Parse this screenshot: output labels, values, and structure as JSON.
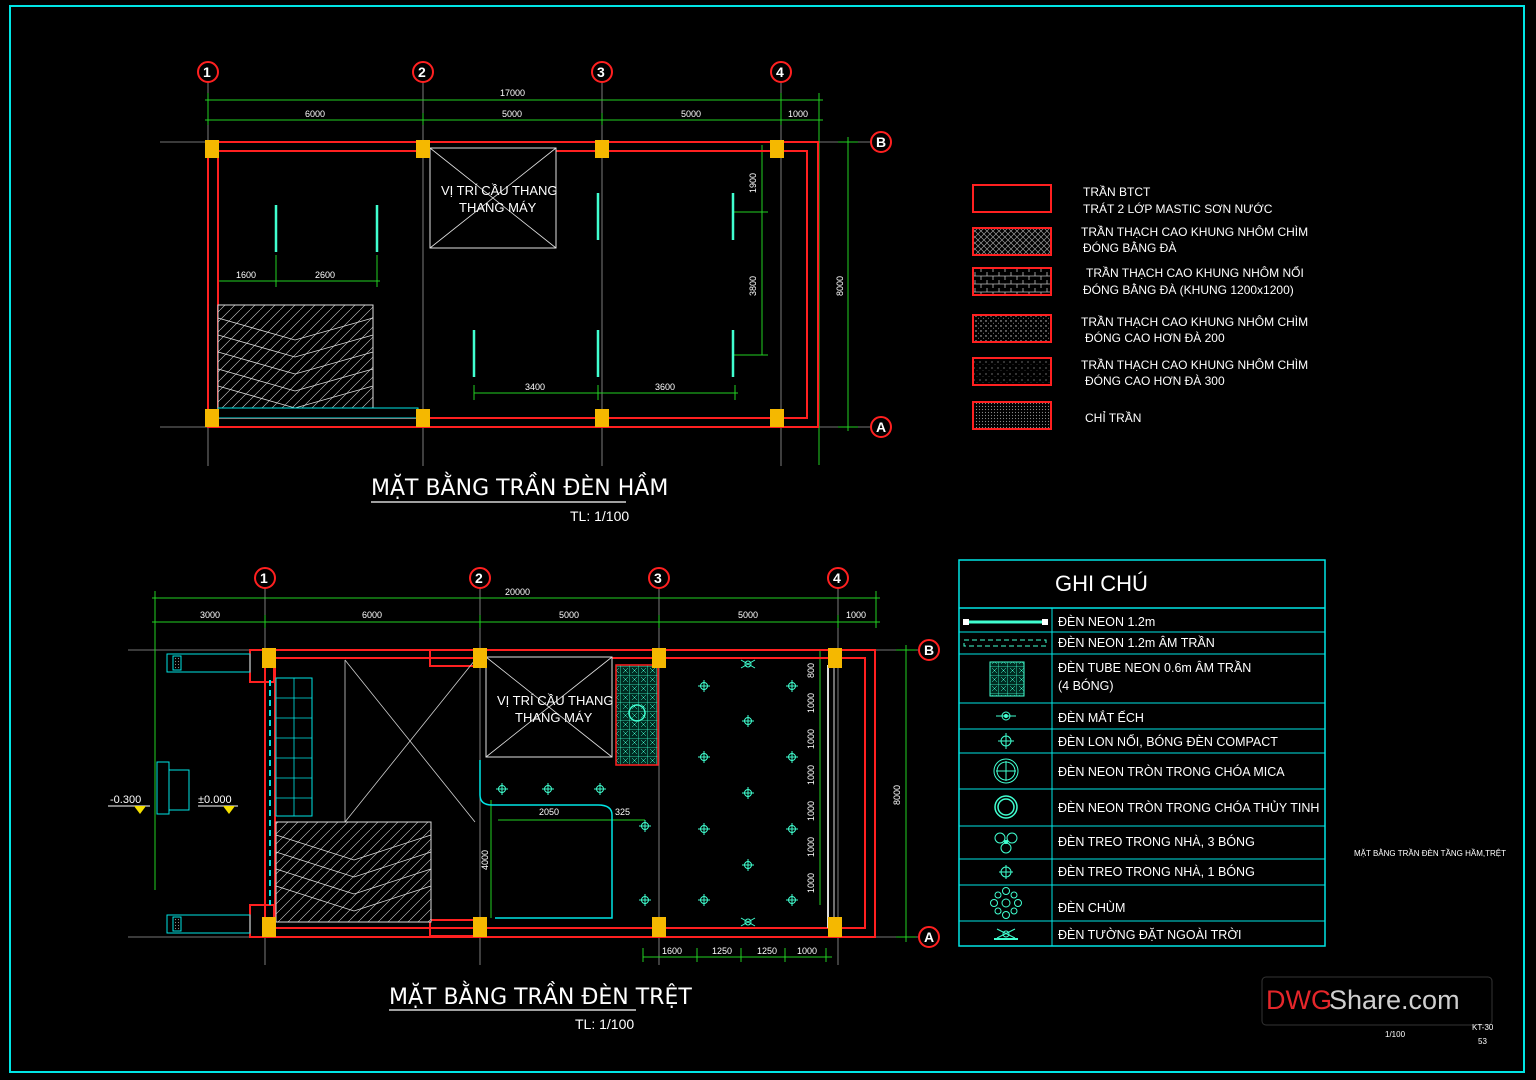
{
  "plans": {
    "top": {
      "title": "MẶT BẰNG TRẦN ĐÈN HẦM",
      "scale": "TL: 1/100",
      "grid_labels": [
        "1",
        "2",
        "3",
        "4"
      ],
      "row_labels": [
        "B",
        "A"
      ],
      "overall_dim": "17000",
      "bay_dims": [
        "6000",
        "5000",
        "5000",
        "1000"
      ],
      "right_dim": "8000",
      "inner_dims": {
        "d1900": "1900",
        "d3800": "3800",
        "d1600": "1600",
        "d2600": "2600",
        "d3400": "3400",
        "d3600": "3600"
      },
      "stair_label_1": "VỊ TRÍ CẦU THANG",
      "stair_label_2": "THANG MÁY"
    },
    "bottom": {
      "title": "MẶT BẰNG TRẦN ĐÈN TRỆT",
      "scale": "TL: 1/100",
      "grid_labels": [
        "1",
        "2",
        "3",
        "4"
      ],
      "row_labels": [
        "B",
        "A"
      ],
      "overall_dim": "20000",
      "bay_dims": [
        "3000",
        "6000",
        "5000",
        "5000",
        "1000"
      ],
      "right_dim": "8000",
      "level_left": "-0.300",
      "level_right": "±0.000",
      "inner_dims": {
        "d2050": "2050",
        "d325": "325",
        "d4000": "4000"
      },
      "v_dims": [
        "800",
        "1000",
        "1000",
        "1000",
        "1000",
        "1000",
        "1000"
      ],
      "h_dims": [
        "1600",
        "1250",
        "1250",
        "1000"
      ],
      "stair_label_1": "VỊ TRÍ CẦU THANG",
      "stair_label_2": "THANG MÁY"
    }
  },
  "ceiling_legend": [
    {
      "line1": "TRẦN BTCT",
      "line2": "TRÁT 2 LỚP MASTIC SƠN NƯỚC"
    },
    {
      "line1": "TRẦN THẠCH CAO KHUNG NHÔM CHÌM",
      "line2": "ĐÓNG BẰNG ĐÀ"
    },
    {
      "line1": "TRẦN THẠCH CAO KHUNG NHÔM NỔI",
      "line2": "ĐÓNG BẰNG ĐÀ  (KHUNG 1200x1200)"
    },
    {
      "line1": "TRẦN THẠCH CAO KHUNG NHÔM CHÌM",
      "line2": "ĐÓNG CAO HƠN ĐÀ 200"
    },
    {
      "line1": "TRẦN THẠCH CAO KHUNG NHÔM CHÌM",
      "line2": "ĐÓNG CAO HƠN ĐÀ 300"
    },
    {
      "line1": "CHỈ TRẦN",
      "line2": ""
    }
  ],
  "notes": {
    "title": "GHI CHÚ",
    "rows": [
      {
        "text": "ĐÈN NEON 1.2m",
        "text2": "",
        "icon": "neon-line-icon"
      },
      {
        "text": "ĐÈN NEON 1.2m ÂM TRẦN",
        "text2": "",
        "icon": "neon-recessed-icon"
      },
      {
        "text": "ĐÈN TUBE NEON 0.6m ÂM TRẦN",
        "text2": "(4 BÓNG)",
        "icon": "tube-neon-grid-icon"
      },
      {
        "text": "ĐÈN MẮT ẾCH",
        "text2": "",
        "icon": "downlight-icon"
      },
      {
        "text": "ĐÈN LON NỔI, BÓNG ĐÈN COMPACT",
        "text2": "",
        "icon": "surface-can-light-icon"
      },
      {
        "text": "ĐÈN NEON TRÒN TRONG CHÓA MICA",
        "text2": "",
        "icon": "round-neon-mica-icon"
      },
      {
        "text": "ĐÈN NEON TRÒN TRONG CHÓA THỦY TINH",
        "text2": "",
        "icon": "round-neon-glass-icon"
      },
      {
        "text": "ĐÈN TREO TRONG NHÀ, 3 BÓNG",
        "text2": "",
        "icon": "pendant-3-bulb-icon"
      },
      {
        "text": "ĐÈN TREO TRONG NHÀ, 1 BÓNG",
        "text2": "",
        "icon": "pendant-1-bulb-icon"
      },
      {
        "text": "ĐÈN CHÙM",
        "text2": "",
        "icon": "chandelier-icon"
      },
      {
        "text": "ĐÈN TƯỜNG ĐẶT NGOÀI TRỜI",
        "text2": "",
        "icon": "outdoor-wall-light-icon"
      }
    ]
  },
  "sheet": {
    "side_title": "MẶT BẰNG TRẦN ĐÈN TẦNG HẦM,TRỆT",
    "watermark_part1": "DWG",
    "watermark_part2": "Share.com",
    "scale_footer": "1/100",
    "sheet_code": "KT-30",
    "sheet_num": "53"
  },
  "colors": {
    "background": "#000000",
    "frame": "#00e5e5",
    "wall": "#ff2020",
    "column": "#f5b800",
    "dim": "#22d022",
    "lamp": "#40ffd0"
  }
}
